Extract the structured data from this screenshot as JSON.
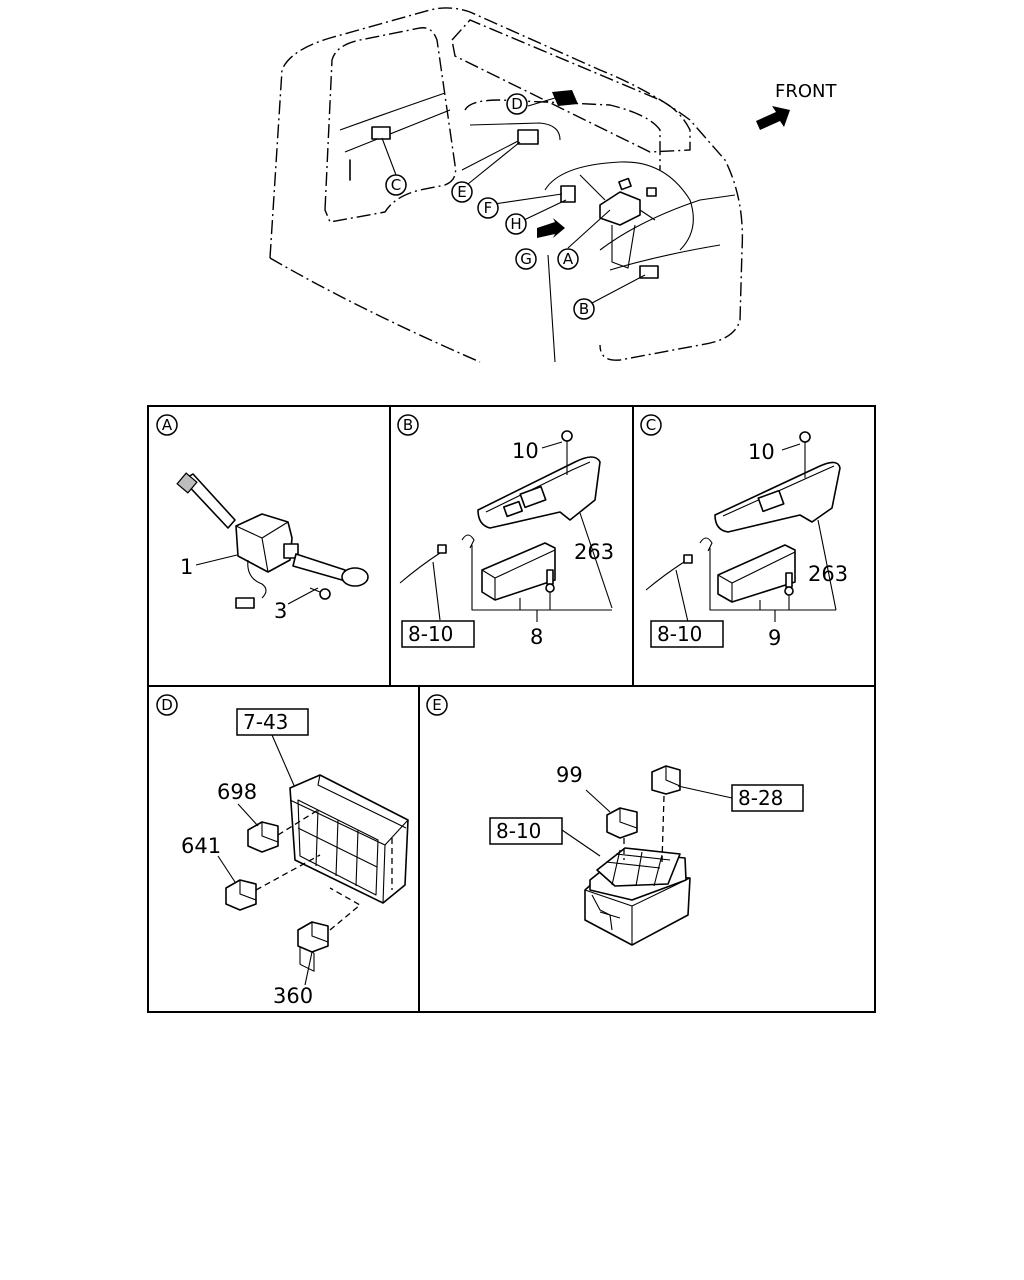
{
  "overview": {
    "front_label": "FRONT",
    "callouts": [
      "D",
      "C",
      "E",
      "F",
      "H",
      "G",
      "A",
      "B"
    ]
  },
  "panel_a": {
    "letter": "A",
    "labels": [
      "1",
      "3"
    ]
  },
  "panel_b": {
    "letter": "B",
    "labels": [
      "10",
      "263",
      "8"
    ],
    "ref": "8-10"
  },
  "panel_c": {
    "letter": "C",
    "labels": [
      "10",
      "263",
      "9"
    ],
    "ref": "8-10"
  },
  "panel_d": {
    "letter": "D",
    "labels": [
      "698",
      "641",
      "360"
    ],
    "ref": "7-43"
  },
  "panel_e": {
    "letter": "E",
    "labels": [
      "99"
    ],
    "refs": [
      "8-10",
      "8-28"
    ]
  }
}
